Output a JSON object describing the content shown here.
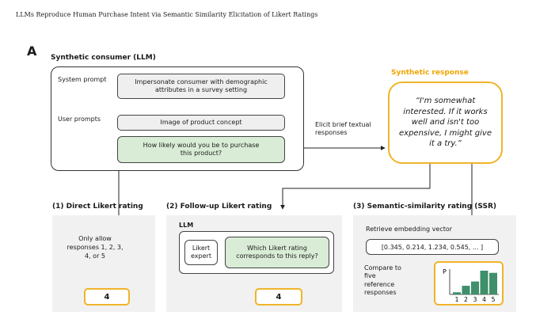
{
  "header": "LLMs Reproduce Human Purchase Intent via Semantic Similarity Elicitation of Likert Ratings",
  "panel_letter": "A",
  "consumer": {
    "title": "Synthetic consumer (LLM)",
    "system_label": "System prompt",
    "system_text": "Impersonate consumer with demographic attributes in a survey setting",
    "user_label": "User prompts",
    "user_text_1": "Image of product concept",
    "user_text_2": "How likely would you be to purchase this product?"
  },
  "elicit_label": "Elicit brief textual responses",
  "synthetic_response": {
    "title": "Synthetic response",
    "text": "“I'm somewhat interested. If it works well and isn't too expensive, I might give it a try.”"
  },
  "method1": {
    "title": "(1) Direct Likert rating",
    "text": "Only allow responses 1, 2, 3, 4, or 5",
    "result": "4"
  },
  "method2": {
    "title": "(2) Follow-up Likert rating",
    "llm_label": "LLM",
    "expert": "Likert expert",
    "question": "Which Likert rating corresponds to this reply?",
    "result": "4"
  },
  "method3": {
    "title": "(3) Semantic-similarity rating (SSR)",
    "retrieve": "Retrieve embedding vector",
    "vector": "[0.345, 0.214, 1.234, 0.545, ... ]",
    "compare": "Compare to five reference responses",
    "chart": {
      "ylabel": "P",
      "categories": [
        "1",
        "2",
        "3",
        "4",
        "5"
      ],
      "values": [
        0.05,
        0.2,
        0.3,
        0.55,
        0.5
      ],
      "bar_color": "#3f8f6b"
    }
  },
  "colors": {
    "accent_orange": "#f0b429",
    "green_box": "#d9ecd6",
    "gray_box": "#efefef"
  }
}
